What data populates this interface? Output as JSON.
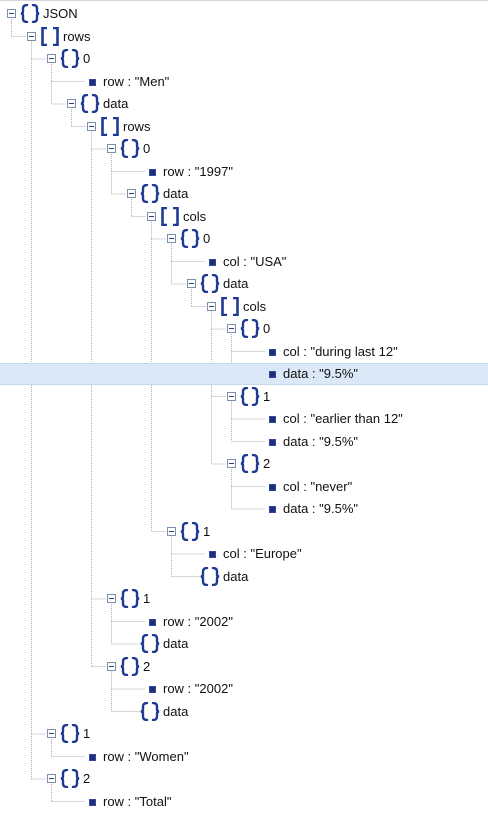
{
  "tree": {
    "nodes": [
      {
        "type": "object",
        "label": "JSON",
        "depth": 0,
        "expanded": true
      },
      {
        "type": "array",
        "label": "rows",
        "depth": 1,
        "expanded": true
      },
      {
        "type": "object",
        "label": "0",
        "depth": 2,
        "expanded": true
      },
      {
        "type": "leaf",
        "label": "row : \"Men\"",
        "depth": 3
      },
      {
        "type": "object",
        "label": "data",
        "depth": 3,
        "expanded": true
      },
      {
        "type": "array",
        "label": "rows",
        "depth": 4,
        "expanded": true
      },
      {
        "type": "object",
        "label": "0",
        "depth": 5,
        "expanded": true
      },
      {
        "type": "leaf",
        "label": "row : \"1997\"",
        "depth": 6
      },
      {
        "type": "object",
        "label": "data",
        "depth": 6,
        "expanded": true
      },
      {
        "type": "array",
        "label": "cols",
        "depth": 7,
        "expanded": true
      },
      {
        "type": "object",
        "label": "0",
        "depth": 8,
        "expanded": true
      },
      {
        "type": "leaf",
        "label": "col : \"USA\"",
        "depth": 9
      },
      {
        "type": "object",
        "label": "data",
        "depth": 9,
        "expanded": true
      },
      {
        "type": "array",
        "label": "cols",
        "depth": 10,
        "expanded": true
      },
      {
        "type": "object",
        "label": "0",
        "depth": 11,
        "expanded": true
      },
      {
        "type": "leaf",
        "label": "col : \"during last 12\"",
        "depth": 12
      },
      {
        "type": "leaf",
        "label": "data : \"9.5%\"",
        "depth": 12,
        "selected": true
      },
      {
        "type": "object",
        "label": "1",
        "depth": 11,
        "expanded": true
      },
      {
        "type": "leaf",
        "label": "col : \"earlier than 12\"",
        "depth": 12
      },
      {
        "type": "leaf",
        "label": "data : \"9.5%\"",
        "depth": 12
      },
      {
        "type": "object",
        "label": "2",
        "depth": 11,
        "expanded": true
      },
      {
        "type": "leaf",
        "label": "col : \"never\"",
        "depth": 12
      },
      {
        "type": "leaf",
        "label": "data : \"9.5%\"",
        "depth": 12
      },
      {
        "type": "object",
        "label": "1",
        "depth": 8,
        "expanded": true
      },
      {
        "type": "leaf",
        "label": "col : \"Europe\"",
        "depth": 9
      },
      {
        "type": "object",
        "label": "data",
        "depth": 9,
        "expanded": false
      },
      {
        "type": "object",
        "label": "1",
        "depth": 5,
        "expanded": true
      },
      {
        "type": "leaf",
        "label": "row : \"2002\"",
        "depth": 6
      },
      {
        "type": "object",
        "label": "data",
        "depth": 6,
        "expanded": false
      },
      {
        "type": "object",
        "label": "2",
        "depth": 5,
        "expanded": true
      },
      {
        "type": "leaf",
        "label": "row : \"2002\"",
        "depth": 6
      },
      {
        "type": "object",
        "label": "data",
        "depth": 6,
        "expanded": false
      },
      {
        "type": "object",
        "label": "1",
        "depth": 2,
        "expanded": true
      },
      {
        "type": "leaf",
        "label": "row : \"Women\"",
        "depth": 3
      },
      {
        "type": "object",
        "label": "2",
        "depth": 2,
        "expanded": true
      },
      {
        "type": "leaf",
        "label": "row : \"Total\"",
        "depth": 3
      }
    ]
  },
  "icons": {
    "object": "curly-braces-icon",
    "array": "square-brackets-icon",
    "leaf": "value-square-icon",
    "toggle": "collapse-minus-icon"
  },
  "colors": {
    "icon_primary": "#1f3a93",
    "leaf_square": "#1f2e78",
    "selection_background": "#dbe8f7",
    "guide_line": "#b0b0b0"
  }
}
